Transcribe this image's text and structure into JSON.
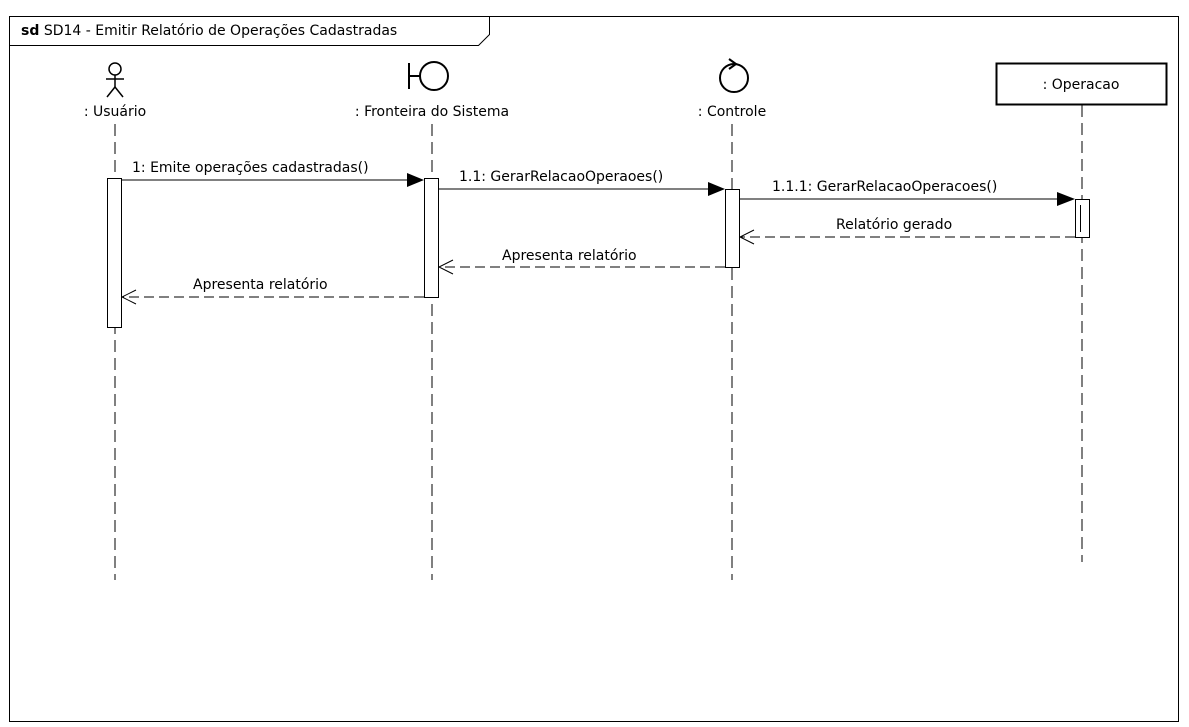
{
  "diagram": {
    "frame_keyword": "sd",
    "frame_title": "SD14 - Emitir Relatório de Operações Cadastradas",
    "lifelines": [
      {
        "id": "usuario",
        "label": ": Usuário",
        "kind": "actor"
      },
      {
        "id": "fronteira",
        "label": ": Fronteira do Sistema",
        "kind": "boundary"
      },
      {
        "id": "controle",
        "label": ": Controle",
        "kind": "control"
      },
      {
        "id": "operacao",
        "label": ": Operacao",
        "kind": "object"
      }
    ],
    "messages": [
      {
        "label": "1: Emite operações cadastradas()",
        "from": "usuario",
        "to": "fronteira",
        "type": "sync"
      },
      {
        "label": "1.1: GerarRelacaoOperaoes()",
        "from": "fronteira",
        "to": "controle",
        "type": "sync"
      },
      {
        "label": "1.1.1: GerarRelacaoOperacoes()",
        "from": "controle",
        "to": "operacao",
        "type": "sync"
      },
      {
        "label": "Relatório gerado",
        "from": "operacao",
        "to": "controle",
        "type": "return"
      },
      {
        "label": "Apresenta relatório",
        "from": "controle",
        "to": "fronteira",
        "type": "return"
      },
      {
        "label": "Apresenta relatório",
        "from": "fronteira",
        "to": "usuario",
        "type": "return"
      }
    ]
  }
}
